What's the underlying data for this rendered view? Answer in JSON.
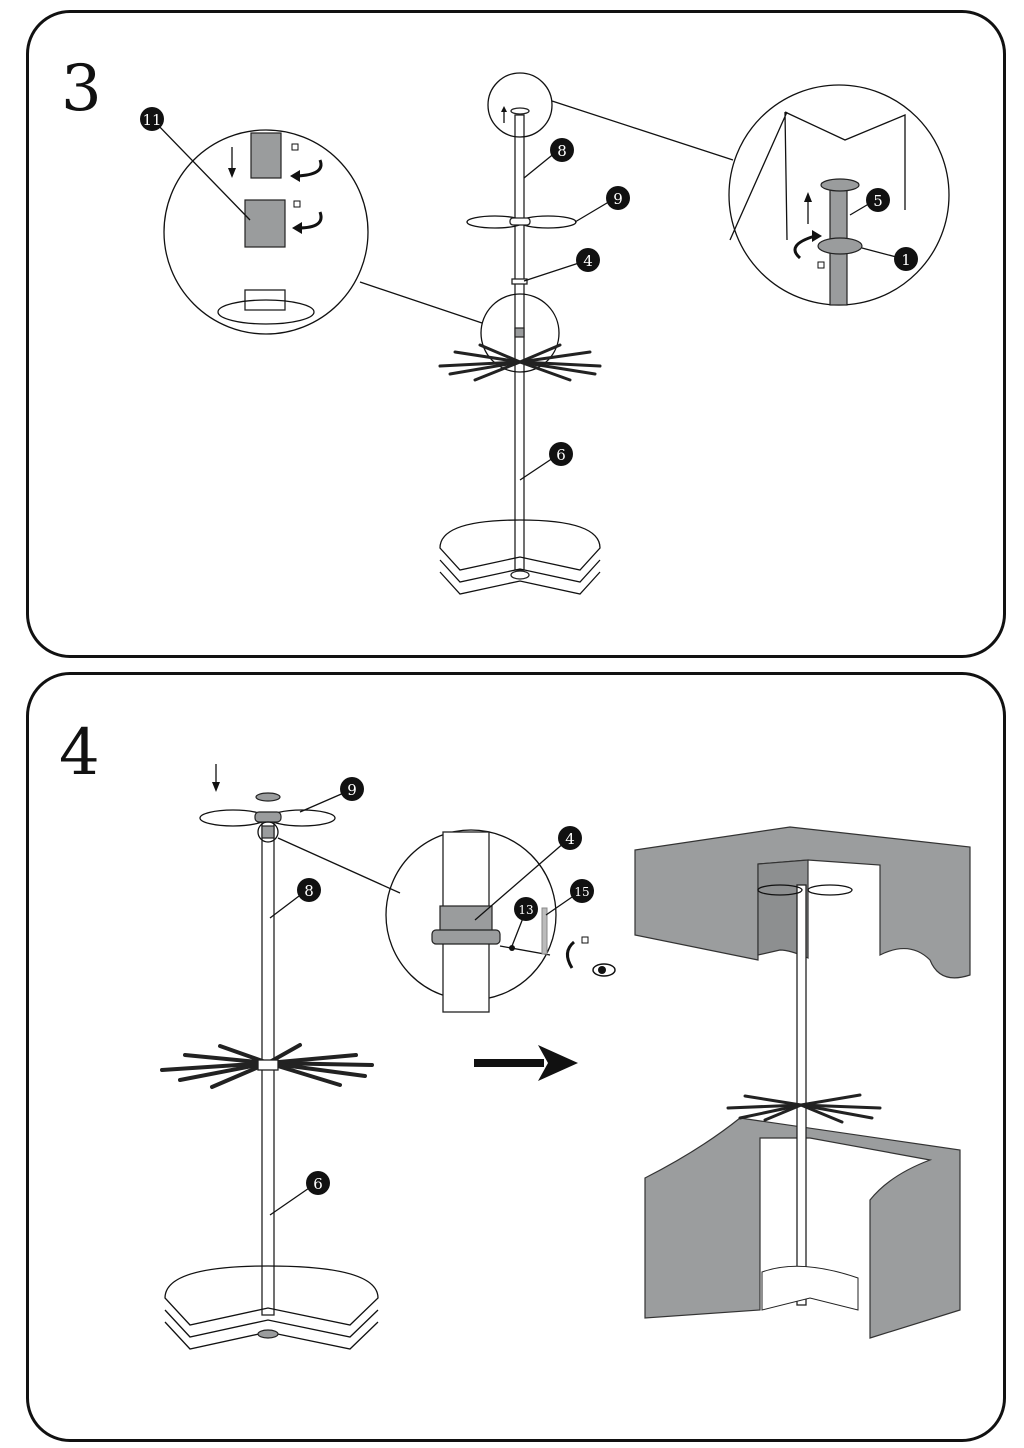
{
  "document": {
    "type": "assembly-instructions",
    "colors": {
      "ink": "#111111",
      "part_grey": "#9a9c9d",
      "cabinet_grey": "#9b9d9e"
    }
  },
  "steps": [
    {
      "number": "3",
      "callouts": [
        {
          "id": "11",
          "label": "11"
        },
        {
          "id": "8",
          "label": "8"
        },
        {
          "id": "9",
          "label": "9"
        },
        {
          "id": "4",
          "label": "4"
        },
        {
          "id": "6",
          "label": "6"
        },
        {
          "id": "5",
          "label": "5"
        },
        {
          "id": "1",
          "label": "1"
        }
      ],
      "icons": [
        "down-arrow-icon",
        "lock-icon",
        "rotate-arrow-icon",
        "up-arrow-icon"
      ]
    },
    {
      "number": "4",
      "callouts": [
        {
          "id": "9",
          "label": "9"
        },
        {
          "id": "8",
          "label": "8"
        },
        {
          "id": "6",
          "label": "6"
        },
        {
          "id": "4",
          "label": "4"
        },
        {
          "id": "13",
          "label": "13"
        },
        {
          "id": "15",
          "label": "15"
        }
      ],
      "icons": [
        "down-arrow-icon",
        "rotate-icon",
        "lock-icon",
        "eye-icon",
        "right-arrow-icon"
      ]
    }
  ]
}
